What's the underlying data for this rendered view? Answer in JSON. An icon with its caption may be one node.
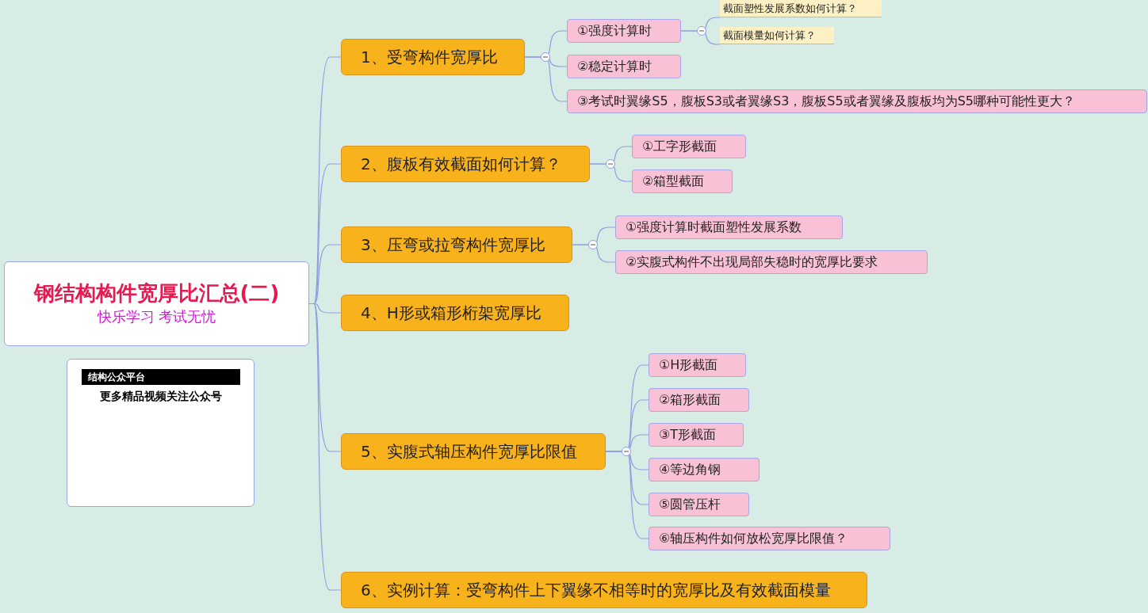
{
  "diagram": {
    "nodes": [
      {
        "text": [
          "钢结构构件宽厚比汇总(二)",
          "快乐学习  考试无忧"
        ]
      },
      {
        "text": [
          "结构公众平台",
          "更多精品视频关注公众号"
        ]
      },
      {
        "text": [
          "1、受弯构件宽厚比"
        ]
      },
      {
        "text": [
          "①强度计算时"
        ]
      },
      {
        "text": [
          "截面塑性发展系数如何计算？"
        ]
      },
      {
        "text": [
          "截面模量如何计算？"
        ]
      },
      {
        "text": [
          "②稳定计算时"
        ]
      },
      {
        "text": [
          "③考试时翼缘S5，腹板S3或者翼缘S3，腹板S5或者翼缘及腹板均为S5哪种可能性更大？"
        ]
      },
      {
        "text": [
          "2、腹板有效截面如何计算？"
        ]
      },
      {
        "text": [
          "①工字形截面"
        ]
      },
      {
        "text": [
          "②箱型截面"
        ]
      },
      {
        "text": [
          "3、压弯或拉弯构件宽厚比"
        ]
      },
      {
        "text": [
          "①强度计算时截面塑性发展系数"
        ]
      },
      {
        "text": [
          "②实腹式构件不出现局部失稳时的宽厚比要求"
        ]
      },
      {
        "text": [
          "4、H形或箱形桁架宽厚比"
        ]
      },
      {
        "text": [
          "5、实腹式轴压构件宽厚比限值"
        ]
      },
      {
        "text": [
          "①H形截面"
        ]
      },
      {
        "text": [
          "②箱形截面"
        ]
      },
      {
        "text": [
          "③T形截面"
        ]
      },
      {
        "text": [
          "④等边角钢"
        ]
      },
      {
        "text": [
          "⑤圆管压杆"
        ]
      },
      {
        "text": [
          "⑥轴压构件如何放松宽厚比限值？"
        ]
      },
      {
        "text": [
          "6、实例计算：受弯构件上下翼缘不相等时的宽厚比及有效截面模量"
        ]
      }
    ],
    "edges": [
      {
        "from": 0,
        "to": 2,
        "arrow": "none"
      },
      {
        "from": 0,
        "to": 8,
        "arrow": "none"
      },
      {
        "from": 0,
        "to": 11,
        "arrow": "none"
      },
      {
        "from": 0,
        "to": 14,
        "arrow": "none"
      },
      {
        "from": 0,
        "to": 15,
        "arrow": "none"
      },
      {
        "from": 0,
        "to": 22,
        "arrow": "none"
      },
      {
        "from": 2,
        "to": 3,
        "arrow": "none"
      },
      {
        "from": 2,
        "to": 6,
        "arrow": "none"
      },
      {
        "from": 2,
        "to": 7,
        "arrow": "none"
      },
      {
        "from": 3,
        "to": 4,
        "arrow": "none"
      },
      {
        "from": 3,
        "to": 5,
        "arrow": "none"
      },
      {
        "from": 8,
        "to": 9,
        "arrow": "none"
      },
      {
        "from": 8,
        "to": 10,
        "arrow": "none"
      },
      {
        "from": 11,
        "to": 12,
        "arrow": "none"
      },
      {
        "from": 11,
        "to": 13,
        "arrow": "none"
      },
      {
        "from": 15,
        "to": 16,
        "arrow": "none"
      },
      {
        "from": 15,
        "to": 17,
        "arrow": "none"
      },
      {
        "from": 15,
        "to": 18,
        "arrow": "none"
      },
      {
        "from": 15,
        "to": 19,
        "arrow": "none"
      },
      {
        "from": 15,
        "to": 20,
        "arrow": "none"
      },
      {
        "from": 15,
        "to": 21,
        "arrow": "none"
      }
    ]
  }
}
